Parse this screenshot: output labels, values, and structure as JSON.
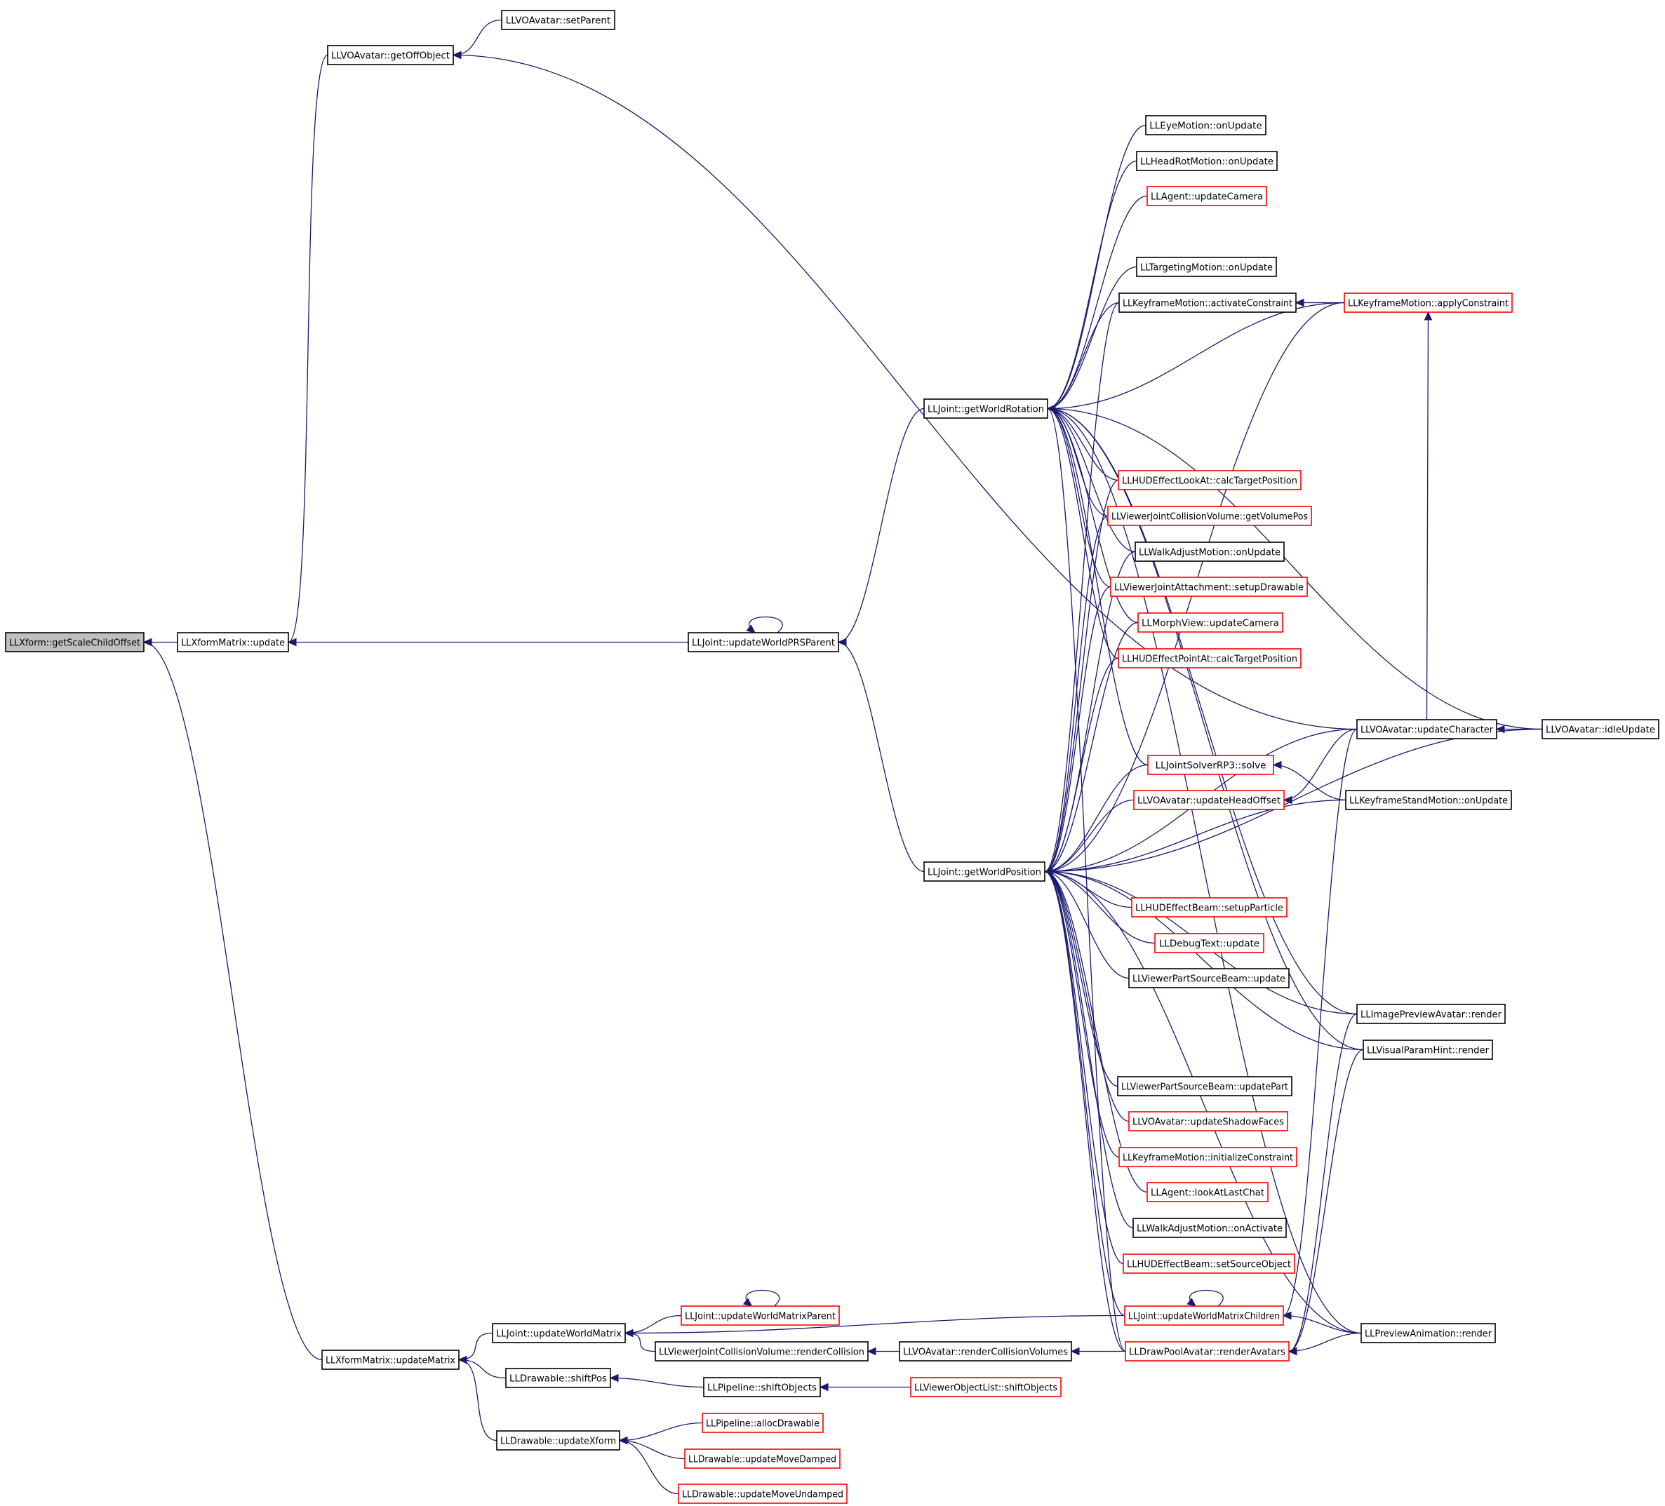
{
  "colors": {
    "edge": "#191970",
    "node_border": "#000000",
    "node_border_incomplete": "#ff0000",
    "root_fill": "#bfbfbf",
    "background": "#ffffff"
  },
  "nodes": [
    {
      "id": "getScaleChildOffset",
      "label": "LLXform::getScaleChildOffset",
      "border": "black",
      "root": true
    },
    {
      "id": "xfmUpdate",
      "label": "LLXformMatrix::update",
      "border": "black"
    },
    {
      "id": "getOffObject",
      "label": "LLVOAvatar::getOffObject",
      "border": "black"
    },
    {
      "id": "setParent",
      "label": "LLVOAvatar::setParent",
      "border": "black"
    },
    {
      "id": "updateWorldPRSParent",
      "label": "LLJoint::updateWorldPRSParent",
      "border": "black"
    },
    {
      "id": "getWorldRotation",
      "label": "LLJoint::getWorldRotation",
      "border": "black"
    },
    {
      "id": "getWorldPosition",
      "label": "LLJoint::getWorldPosition",
      "border": "black"
    },
    {
      "id": "eyeMotion",
      "label": "LLEyeMotion::onUpdate",
      "border": "black"
    },
    {
      "id": "headRotMotion",
      "label": "LLHeadRotMotion::onUpdate",
      "border": "black"
    },
    {
      "id": "agentUpdateCamera",
      "label": "LLAgent::updateCamera",
      "border": "red"
    },
    {
      "id": "targetingMotion",
      "label": "LLTargetingMotion::onUpdate",
      "border": "black"
    },
    {
      "id": "activateConstraint",
      "label": "LLKeyframeMotion::activateConstraint",
      "border": "black"
    },
    {
      "id": "applyConstraint",
      "label": "LLKeyframeMotion::applyConstraint",
      "border": "red"
    },
    {
      "id": "hudLookAt",
      "label": "LLHUDEffectLookAt::calcTargetPosition",
      "border": "red"
    },
    {
      "id": "getVolumePos",
      "label": "LLViewerJointCollisionVolume::getVolumePos",
      "border": "red"
    },
    {
      "id": "walkAdjustUpdate",
      "label": "LLWalkAdjustMotion::onUpdate",
      "border": "black"
    },
    {
      "id": "setupDrawable",
      "label": "LLViewerJointAttachment::setupDrawable",
      "border": "red"
    },
    {
      "id": "morphViewCamera",
      "label": "LLMorphView::updateCamera",
      "border": "red"
    },
    {
      "id": "hudPointAt",
      "label": "LLHUDEffectPointAt::calcTargetPosition",
      "border": "red"
    },
    {
      "id": "updateCharacter",
      "label": "LLVOAvatar::updateCharacter",
      "border": "black"
    },
    {
      "id": "idleUpdate",
      "label": "LLVOAvatar::idleUpdate",
      "border": "black"
    },
    {
      "id": "solverSolve",
      "label": "LLJointSolverRP3::solve",
      "border": "red"
    },
    {
      "id": "updateHeadOffset",
      "label": "LLVOAvatar::updateHeadOffset",
      "border": "red"
    },
    {
      "id": "standMotion",
      "label": "LLKeyframeStandMotion::onUpdate",
      "border": "black"
    },
    {
      "id": "beamSetupParticle",
      "label": "LLHUDEffectBeam::setupParticle",
      "border": "red"
    },
    {
      "id": "debugText",
      "label": "LLDebugText::update",
      "border": "red"
    },
    {
      "id": "partSourceUpdate",
      "label": "LLViewerPartSourceBeam::update",
      "border": "black"
    },
    {
      "id": "imagePreviewRender",
      "label": "LLImagePreviewAvatar::render",
      "border": "black"
    },
    {
      "id": "visualParamRender",
      "label": "LLVisualParamHint::render",
      "border": "black"
    },
    {
      "id": "partSourceUpdatePart",
      "label": "LLViewerPartSourceBeam::updatePart",
      "border": "black"
    },
    {
      "id": "shadowFaces",
      "label": "LLVOAvatar::updateShadowFaces",
      "border": "red"
    },
    {
      "id": "initConstraint",
      "label": "LLKeyframeMotion::initializeConstraint",
      "border": "red"
    },
    {
      "id": "lookAtLastChat",
      "label": "LLAgent::lookAtLastChat",
      "border": "red"
    },
    {
      "id": "walkAdjustActivate",
      "label": "LLWalkAdjustMotion::onActivate",
      "border": "black"
    },
    {
      "id": "beamSetSource",
      "label": "LLHUDEffectBeam::setSourceObject",
      "border": "red"
    },
    {
      "id": "updateWorldMatrixChildren",
      "label": "LLJoint::updateWorldMatrixChildren",
      "border": "red"
    },
    {
      "id": "previewAnimRender",
      "label": "LLPreviewAnimation::render",
      "border": "black"
    },
    {
      "id": "renderAvatars",
      "label": "LLDrawPoolAvatar::renderAvatars",
      "border": "red"
    },
    {
      "id": "updateWorldMatrix",
      "label": "LLJoint::updateWorldMatrix",
      "border": "black"
    },
    {
      "id": "updateWorldMatrixParent",
      "label": "LLJoint::updateWorldMatrixParent",
      "border": "red"
    },
    {
      "id": "xfmUpdateMatrix",
      "label": "LLXformMatrix::updateMatrix",
      "border": "black"
    },
    {
      "id": "renderCollision",
      "label": "LLViewerJointCollisionVolume::renderCollision",
      "border": "black"
    },
    {
      "id": "renderCollisionVolumes",
      "label": "LLVOAvatar::renderCollisionVolumes",
      "border": "black"
    },
    {
      "id": "shiftPos",
      "label": "LLDrawable::shiftPos",
      "border": "black"
    },
    {
      "id": "pipelineShiftObjects",
      "label": "LLPipeline::shiftObjects",
      "border": "black"
    },
    {
      "id": "objectListShift",
      "label": "LLViewerObjectList::shiftObjects",
      "border": "red"
    },
    {
      "id": "updateXform",
      "label": "LLDrawable::updateXform",
      "border": "black"
    },
    {
      "id": "allocDrawable",
      "label": "LLPipeline::allocDrawable",
      "border": "red"
    },
    {
      "id": "moveDamped",
      "label": "LLDrawable::updateMoveDamped",
      "border": "red"
    },
    {
      "id": "moveUndamped",
      "label": "LLDrawable::updateMoveUndamped",
      "border": "red"
    }
  ],
  "edges": [
    [
      "getScaleChildOffset",
      "xfmUpdate"
    ],
    [
      "getScaleChildOffset",
      "xfmUpdateMatrix"
    ],
    [
      "xfmUpdate",
      "getOffObject"
    ],
    [
      "xfmUpdate",
      "updateWorldPRSParent"
    ],
    [
      "getOffObject",
      "setParent"
    ],
    [
      "getOffObject",
      "updateCharacter"
    ],
    [
      "updateWorldPRSParent",
      "updateWorldPRSParent"
    ],
    [
      "updateWorldPRSParent",
      "getWorldRotation"
    ],
    [
      "updateWorldPRSParent",
      "getWorldPosition"
    ],
    [
      "getWorldRotation",
      "eyeMotion"
    ],
    [
      "getWorldRotation",
      "headRotMotion"
    ],
    [
      "getWorldRotation",
      "agentUpdateCamera"
    ],
    [
      "getWorldRotation",
      "targetingMotion"
    ],
    [
      "getWorldRotation",
      "activateConstraint"
    ],
    [
      "getWorldRotation",
      "applyConstraint"
    ],
    [
      "getWorldRotation",
      "hudLookAt"
    ],
    [
      "getWorldRotation",
      "getVolumePos"
    ],
    [
      "getWorldRotation",
      "walkAdjustUpdate"
    ],
    [
      "getWorldRotation",
      "setupDrawable"
    ],
    [
      "getWorldRotation",
      "morphViewCamera"
    ],
    [
      "getWorldRotation",
      "hudPointAt"
    ],
    [
      "getWorldRotation",
      "solverSolve"
    ],
    [
      "getWorldRotation",
      "idleUpdate"
    ],
    [
      "getWorldRotation",
      "renderAvatars"
    ],
    [
      "getWorldRotation",
      "previewAnimRender"
    ],
    [
      "getWorldRotation",
      "visualParamRender"
    ],
    [
      "getWorldRotation",
      "imagePreviewRender"
    ],
    [
      "getWorldPosition",
      "activateConstraint"
    ],
    [
      "getWorldPosition",
      "hudLookAt"
    ],
    [
      "getWorldPosition",
      "getVolumePos"
    ],
    [
      "getWorldPosition",
      "walkAdjustUpdate"
    ],
    [
      "getWorldPosition",
      "setupDrawable"
    ],
    [
      "getWorldPosition",
      "morphViewCamera"
    ],
    [
      "getWorldPosition",
      "hudPointAt"
    ],
    [
      "getWorldPosition",
      "applyConstraint"
    ],
    [
      "getWorldPosition",
      "updateCharacter"
    ],
    [
      "getWorldPosition",
      "solverSolve"
    ],
    [
      "getWorldPosition",
      "updateHeadOffset"
    ],
    [
      "getWorldPosition",
      "standMotion"
    ],
    [
      "getWorldPosition",
      "idleUpdate"
    ],
    [
      "getWorldPosition",
      "beamSetupParticle"
    ],
    [
      "getWorldPosition",
      "debugText"
    ],
    [
      "getWorldPosition",
      "partSourceUpdate"
    ],
    [
      "getWorldPosition",
      "imagePreviewRender"
    ],
    [
      "getWorldPosition",
      "visualParamRender"
    ],
    [
      "getWorldPosition",
      "partSourceUpdatePart"
    ],
    [
      "getWorldPosition",
      "shadowFaces"
    ],
    [
      "getWorldPosition",
      "initConstraint"
    ],
    [
      "getWorldPosition",
      "lookAtLastChat"
    ],
    [
      "getWorldPosition",
      "walkAdjustActivate"
    ],
    [
      "getWorldPosition",
      "beamSetSource"
    ],
    [
      "getWorldPosition",
      "updateWorldMatrixChildren"
    ],
    [
      "getWorldPosition",
      "renderAvatars"
    ],
    [
      "getWorldPosition",
      "previewAnimRender"
    ],
    [
      "activateConstraint",
      "applyConstraint"
    ],
    [
      "applyConstraint",
      "updateCharacter"
    ],
    [
      "updateCharacter",
      "idleUpdate"
    ],
    [
      "solverSolve",
      "standMotion"
    ],
    [
      "updateHeadOffset",
      "updateCharacter"
    ],
    [
      "xfmUpdateMatrix",
      "updateWorldMatrix"
    ],
    [
      "xfmUpdateMatrix",
      "shiftPos"
    ],
    [
      "xfmUpdateMatrix",
      "updateXform"
    ],
    [
      "updateWorldMatrix",
      "updateWorldMatrixParent"
    ],
    [
      "updateWorldMatrix",
      "renderCollision"
    ],
    [
      "updateWorldMatrix",
      "updateWorldMatrixChildren"
    ],
    [
      "updateWorldMatrixParent",
      "updateWorldMatrixParent"
    ],
    [
      "renderCollision",
      "renderCollisionVolumes"
    ],
    [
      "renderCollisionVolumes",
      "renderAvatars"
    ],
    [
      "updateWorldMatrixChildren",
      "updateWorldMatrixChildren"
    ],
    [
      "updateWorldMatrixChildren",
      "previewAnimRender"
    ],
    [
      "updateWorldMatrixChildren",
      "updateCharacter"
    ],
    [
      "renderAvatars",
      "previewAnimRender"
    ],
    [
      "renderAvatars",
      "imagePreviewRender"
    ],
    [
      "renderAvatars",
      "visualParamRender"
    ],
    [
      "shiftPos",
      "pipelineShiftObjects"
    ],
    [
      "pipelineShiftObjects",
      "objectListShift"
    ],
    [
      "updateXform",
      "allocDrawable"
    ],
    [
      "updateXform",
      "moveDamped"
    ],
    [
      "updateXform",
      "moveUndamped"
    ]
  ]
}
